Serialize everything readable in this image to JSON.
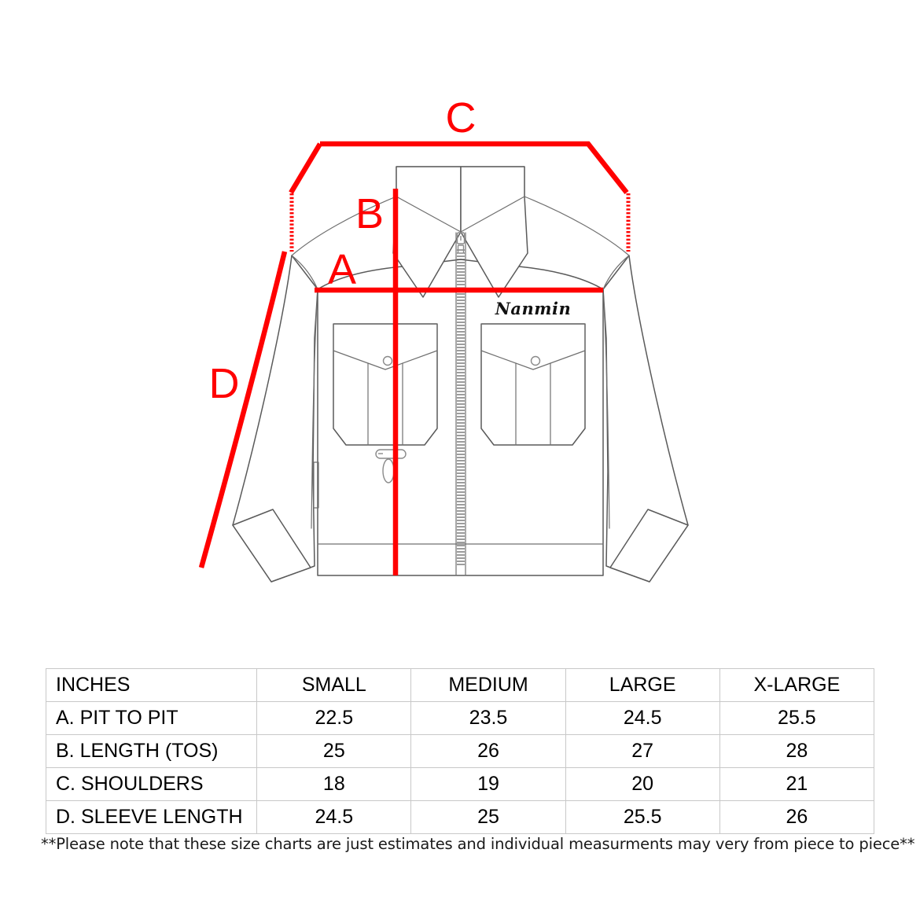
{
  "illustration": {
    "brand_logo": "Nanmin",
    "measurement_markers": [
      {
        "id": "A",
        "label": "A",
        "measures": "pit-to-pit",
        "orientation": "horizontal"
      },
      {
        "id": "B",
        "label": "B",
        "measures": "length-top-of-shoulder",
        "orientation": "vertical"
      },
      {
        "id": "C",
        "label": "C",
        "measures": "shoulders",
        "orientation": "horizontal-bracket"
      },
      {
        "id": "D",
        "label": "D",
        "measures": "sleeve-length",
        "orientation": "diagonal"
      }
    ],
    "marker_color": "#ff0000",
    "garment_line_color": "#5a5a5a",
    "garment": "zip-front collared jacket, front view, flat technical sketch"
  },
  "table": {
    "columns": [
      "INCHES",
      "SMALL",
      "MEDIUM",
      "LARGE",
      "X-LARGE"
    ],
    "rows": [
      {
        "label": "A. PIT TO PIT",
        "values": [
          "22.5",
          "23.5",
          "24.5",
          "25.5"
        ]
      },
      {
        "label": "B. LENGTH (TOS)",
        "values": [
          "25",
          "26",
          "27",
          "28"
        ]
      },
      {
        "label": "C. SHOULDERS",
        "values": [
          "18",
          "19",
          "20",
          "21"
        ]
      },
      {
        "label": "D. SLEEVE LENGTH",
        "values": [
          "24.5",
          "25",
          "25.5",
          "26"
        ]
      }
    ]
  },
  "footnote": {
    "text": "**Please note that these size charts are just estimates and individual measurments may very from piece to piece**"
  }
}
